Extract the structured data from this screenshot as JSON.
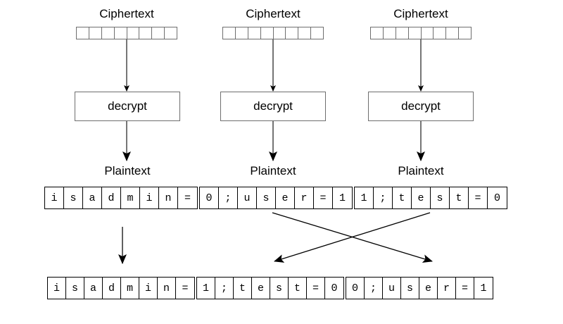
{
  "diagram": {
    "title_labels": {
      "ciphertext": "Ciphertext",
      "plaintext": "Plaintext"
    },
    "columns": [
      {
        "id": "block-1",
        "ciphertext_label": "Ciphertext",
        "ciphertext_cells": 8,
        "operation_label": "decrypt",
        "plaintext_label": "Plaintext",
        "plaintext_chars": [
          "i",
          "s",
          "a",
          "d",
          "m",
          "i",
          "n",
          "="
        ]
      },
      {
        "id": "block-2",
        "ciphertext_label": "Ciphertext",
        "ciphertext_cells": 8,
        "operation_label": "decrypt",
        "plaintext_label": "Plaintext",
        "plaintext_chars": [
          "0",
          ";",
          "u",
          "s",
          "e",
          "r",
          "=",
          "1"
        ]
      },
      {
        "id": "block-3",
        "ciphertext_label": "Ciphertext",
        "ciphertext_cells": 8,
        "operation_label": "decrypt",
        "plaintext_label": "Plaintext",
        "plaintext_chars": [
          "1",
          ";",
          "t",
          "e",
          "s",
          "t",
          "=",
          "0"
        ]
      }
    ],
    "result_row": {
      "groups": [
        {
          "id": "result-group-1",
          "chars": [
            "i",
            "s",
            "a",
            "d",
            "m",
            "i",
            "n",
            "="
          ]
        },
        {
          "id": "result-group-2",
          "chars": [
            "1",
            ";",
            "t",
            "e",
            "s",
            "t",
            "=",
            "0"
          ]
        },
        {
          "id": "result-group-3",
          "chars": [
            "0",
            ";",
            "u",
            "s",
            "e",
            "r",
            "=",
            "1"
          ]
        }
      ]
    },
    "colors": {
      "stroke": "#000000",
      "box_stroke": "#6e6e6e",
      "background": "#ffffff",
      "text": "#000000"
    },
    "connectors": [
      {
        "id": "cipher-to-decrypt-1",
        "kind": "straight-down-arrow"
      },
      {
        "id": "cipher-to-decrypt-2",
        "kind": "straight-down-arrow"
      },
      {
        "id": "cipher-to-decrypt-3",
        "kind": "straight-down-arrow"
      },
      {
        "id": "decrypt-to-plaintext-1",
        "kind": "straight-down-arrow"
      },
      {
        "id": "decrypt-to-plaintext-2",
        "kind": "straight-down-arrow"
      },
      {
        "id": "decrypt-to-plaintext-3",
        "kind": "straight-down-arrow"
      },
      {
        "id": "plaintext1-to-result1",
        "kind": "straight-down-arrow"
      },
      {
        "id": "plaintext2-to-result3",
        "kind": "diagonal-swap-arrow"
      },
      {
        "id": "plaintext3-to-result2",
        "kind": "diagonal-swap-arrow"
      }
    ]
  }
}
